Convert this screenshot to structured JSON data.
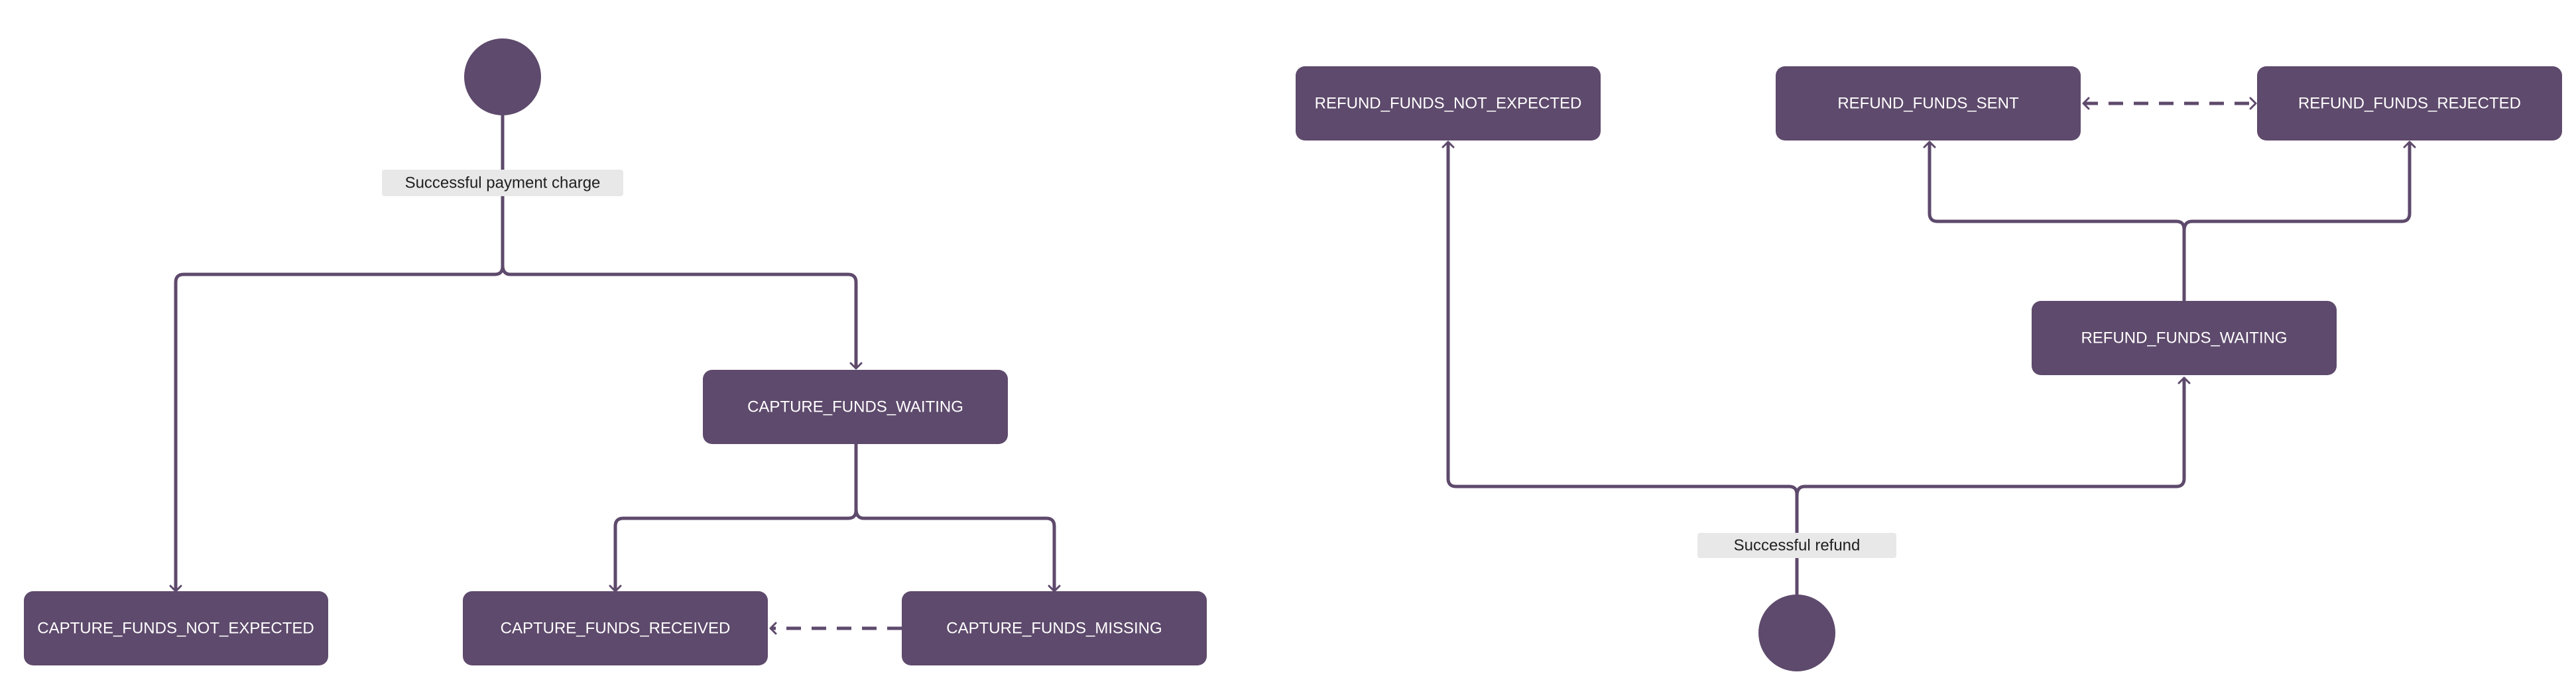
{
  "colors": {
    "node_fill": "#5e4a6c",
    "edge": "#5e4a6c",
    "label_bg": "#e8e8e8",
    "node_text": "#ffffff"
  },
  "capture": {
    "start_label": "Successful payment charge",
    "states": {
      "not_expected": "CAPTURE_FUNDS_NOT_EXPECTED",
      "waiting": "CAPTURE_FUNDS_WAITING",
      "received": "CAPTURE_FUNDS_RECEIVED",
      "missing": "CAPTURE_FUNDS_MISSING"
    }
  },
  "refund": {
    "start_label": "Successful refund",
    "states": {
      "not_expected": "REFUND_FUNDS_NOT_EXPECTED",
      "sent": "REFUND_FUNDS_SENT",
      "rejected": "REFUND_FUNDS_REJECTED",
      "waiting": "REFUND_FUNDS_WAITING"
    }
  }
}
